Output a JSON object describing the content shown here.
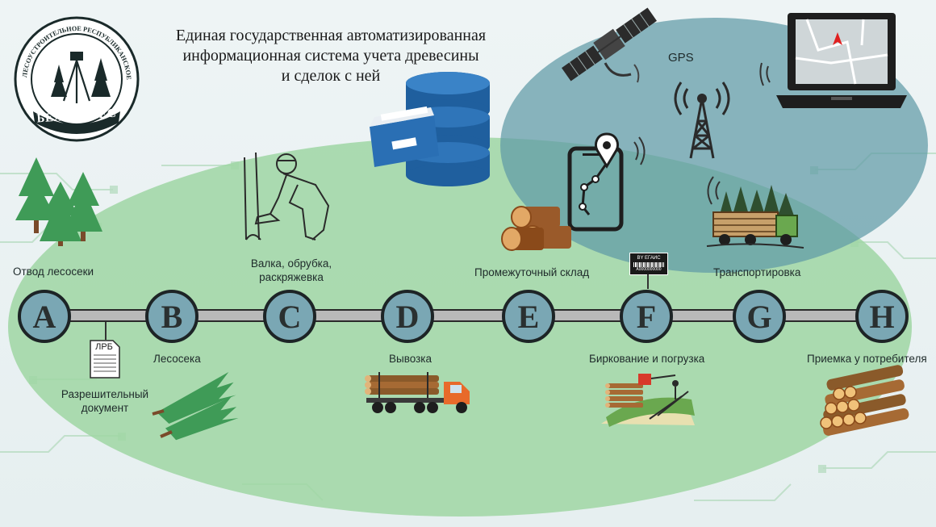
{
  "title": {
    "line1": "Единая государственная автоматизированная",
    "line2": "информационная система учета древесины",
    "line3": "и сделок с ней"
  },
  "logo": {
    "name": "БЕЛГОСЛЕС",
    "ring_text": "ЛЕСОУСТРОИТЕЛЬНОЕ РЕСПУБЛИКАНСКОЕ УНИТАРНОЕ ПРЕДПРИЯТИЕ"
  },
  "gps_label": "GPS",
  "permit_doc_label": "ЛРБ",
  "barcode_text": "BY ЕГАИС",
  "barcode_number": "A0000000000",
  "stages": [
    {
      "letter": "A",
      "label": "Отвод лесосеки"
    },
    {
      "letter": "B",
      "label": "Лесосека"
    },
    {
      "letter": "C",
      "label": "Валка, обрубка, раскряжевка"
    },
    {
      "letter": "D",
      "label": "Вывозка"
    },
    {
      "letter": "E",
      "label": "Промежуточный склад"
    },
    {
      "letter": "F",
      "label": "Биркование и погрузка"
    },
    {
      "letter": "G",
      "label": "Транспортировка"
    },
    {
      "letter": "H",
      "label": "Приемка у потребителя"
    }
  ],
  "permit_label": "Разрешительный документ",
  "colors": {
    "node_fill": "#7aa7b4",
    "node_border": "#1d2426",
    "timeline": "#b9b9b9",
    "green_zone": "#9fd6a3",
    "blue_zone": "#5f9aa6",
    "db_blue": "#1f5f9e"
  }
}
